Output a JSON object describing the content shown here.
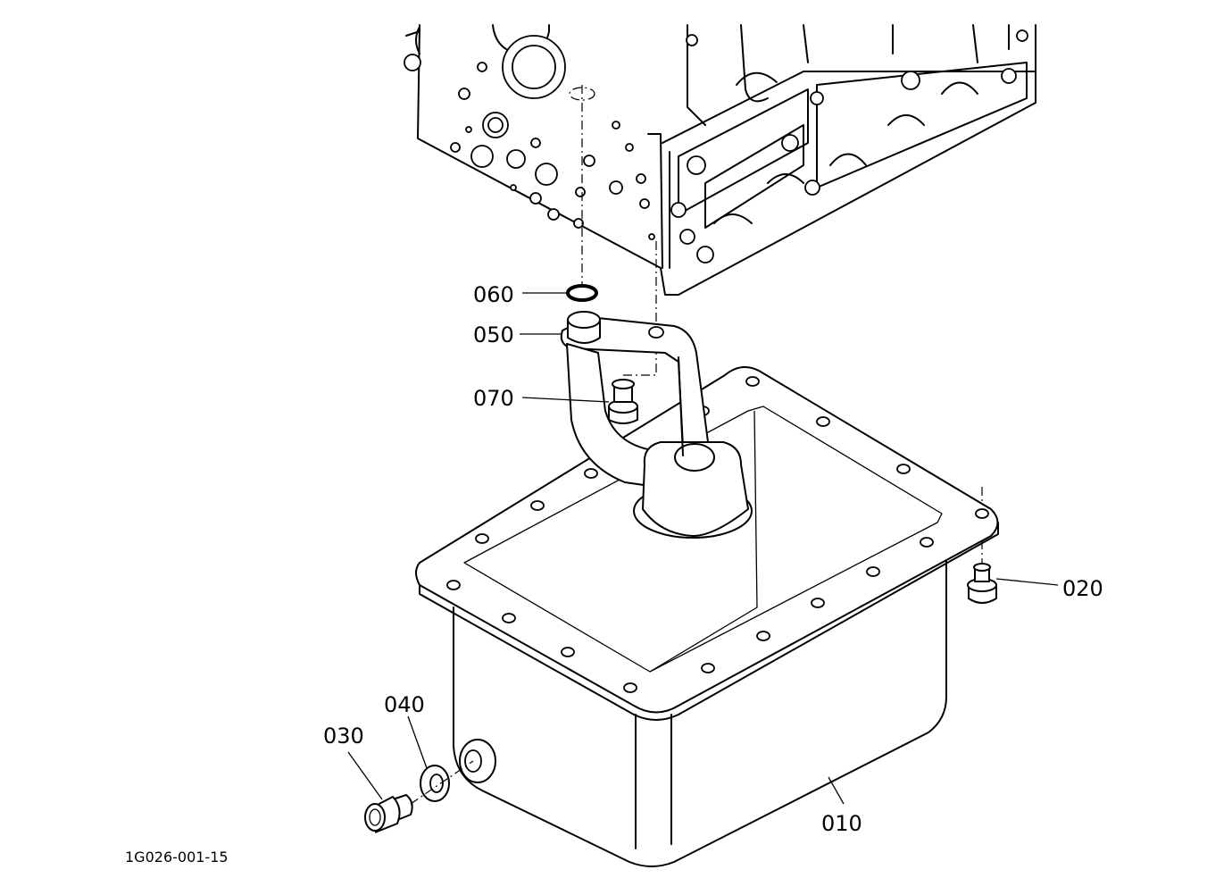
{
  "drawing_code": "1G026-001-15",
  "parts": [
    {
      "id": "p010",
      "label": "010",
      "name_icon": "oil-pan"
    },
    {
      "id": "p020",
      "label": "020",
      "name_icon": "nut"
    },
    {
      "id": "p030",
      "label": "030",
      "name_icon": "drain-plug"
    },
    {
      "id": "p040",
      "label": "040",
      "name_icon": "gasket-washer"
    },
    {
      "id": "p050",
      "label": "050",
      "name_icon": "oil-strainer"
    },
    {
      "id": "p060",
      "label": "060",
      "name_icon": "o-ring"
    },
    {
      "id": "p070",
      "label": "070",
      "name_icon": "bolt"
    }
  ]
}
